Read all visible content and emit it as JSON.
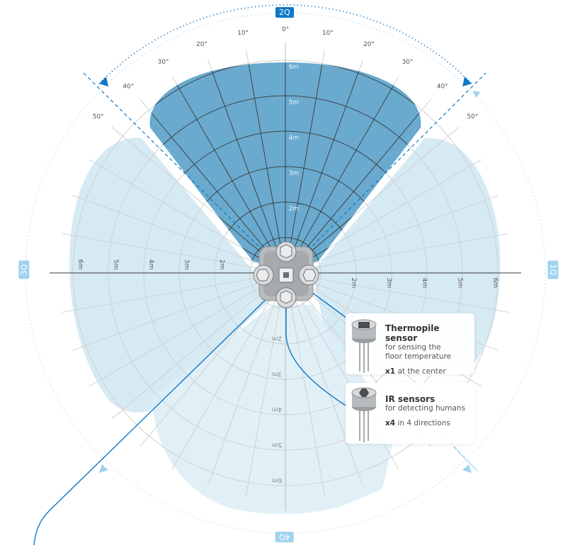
{
  "quadrants": {
    "q1": "1Q",
    "q2": "2Q",
    "q3": "3Q",
    "q4": "4Q"
  },
  "angle_labels": {
    "center": "0°",
    "left": [
      "10°",
      "20°",
      "30°",
      "40°",
      "50°"
    ],
    "right": [
      "10°",
      "20°",
      "30°",
      "40°",
      "50°"
    ]
  },
  "range_labels": {
    "up": [
      "2m",
      "3m",
      "4m",
      "5m",
      "6m"
    ],
    "left": [
      "2m",
      "3m",
      "4m",
      "5m",
      "6m"
    ],
    "right": [
      "2m",
      "3m",
      "4m",
      "5m",
      "6m"
    ],
    "down": [
      "2m",
      "3m",
      "4m",
      "5m",
      "6m"
    ]
  },
  "thermopile": {
    "title": "Thermopile sensor",
    "desc_line1": "for sensing the",
    "desc_line2": "floor temperature",
    "count": "x1",
    "count_note": "at the center"
  },
  "ir": {
    "title": "IR sensors",
    "desc": "for detecting humans",
    "count": "x4",
    "count_note": "in 4 directions"
  },
  "colors": {
    "dark_zone": "#4f9bc6",
    "light_zone": "#cfe6f2",
    "accent": "#0e78c8",
    "grid": "#3a3a3a"
  }
}
